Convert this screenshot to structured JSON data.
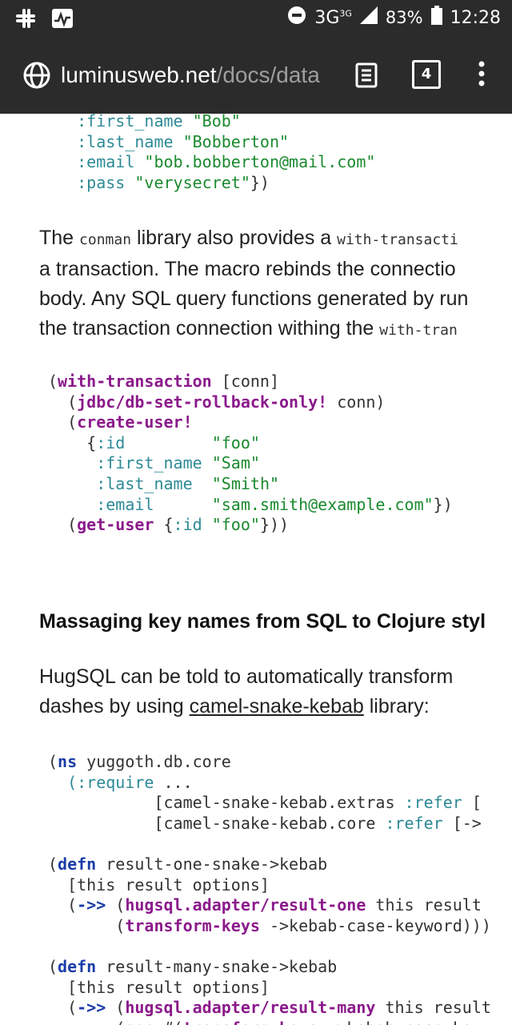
{
  "status_bar": {
    "network": "3G",
    "network_sup": "3G",
    "battery": "83%",
    "time": "12:28",
    "icons": [
      "slack-icon",
      "activity-icon",
      "dnd-icon",
      "signal-icon",
      "battery-icon"
    ]
  },
  "toolbar": {
    "url_host": "luminusweb.net",
    "url_path": "/docs/data",
    "tab_count": "4",
    "icons": [
      "globe-icon",
      "reader-mode-icon",
      "tab-switcher-icon",
      "overflow-menu-icon"
    ]
  },
  "code1": {
    "lines": [
      {
        "kw": ":first_name",
        "val": "\"Bob\""
      },
      {
        "kw": ":last_name",
        "val": "\"Bobberton\""
      },
      {
        "kw": ":email",
        "val": "\"bob.bobberton@mail.com\""
      },
      {
        "kw": ":pass",
        "val": "\"verysecret\"",
        "tail": "})"
      }
    ]
  },
  "para1": {
    "l1a": "The ",
    "l1code": "conman",
    "l1b": " library also provides a ",
    "l1code2": "with-transacti",
    "l2": "a transaction. The macro rebinds the connectio",
    "l3": "body. Any SQL query functions generated by run",
    "l4a": "the transaction connection withing the ",
    "l4code": "with-tran"
  },
  "code2": {
    "open": "(",
    "f1": "with-transaction",
    "t1": " [conn]",
    "f2": "jdbc/db-set-rollback-only!",
    "t2": " conn)",
    "f3": "create-user!",
    "id_kw": ":id",
    "id_val": "\"foo\"",
    "fn_kw": ":first_name",
    "fn_val": "\"Sam\"",
    "ln_kw": ":last_name",
    "ln_val": "\"Smith\"",
    "em_kw": ":email",
    "em_val": "\"sam.smith@example.com\"",
    "em_tail": "})",
    "f4": "get-user",
    "g_kw": ":id",
    "g_val": "\"foo\"",
    "g_tail": "}))"
  },
  "heading": "Massaging key names from SQL to Clojure styl",
  "para2": {
    "l1": "HugSQL can be told to automatically transform",
    "l2a": "dashes by using ",
    "link": "camel-snake-kebab",
    "l2b": " library:"
  },
  "code3": {
    "ns": "ns",
    "ns_name": " yuggoth.db.core",
    "req": "(:require",
    "req_tail": " ...",
    "lib1": "[camel-snake-kebab.extras ",
    "lib2": "[camel-snake-kebab.core ",
    "refer": ":refer",
    "lib1_tail": " [",
    "lib2_tail": " [->",
    "defn": "defn",
    "d1_name": " result-one-snake->kebab",
    "args": "[this result options]",
    "thread": "->>",
    "f_one": "hugsql.adapter/result-one",
    "one_tail": " this result",
    "tk": "transform-keys",
    "tk_tail": " ->kebab-case-keyword)))",
    "d2_name": " result-many-snake->kebab",
    "f_many": "hugsql.adapter/result-many",
    "many_tail": " this result",
    "last_a": "(map #(",
    "last_b": " ->kebab-case-keyw"
  }
}
